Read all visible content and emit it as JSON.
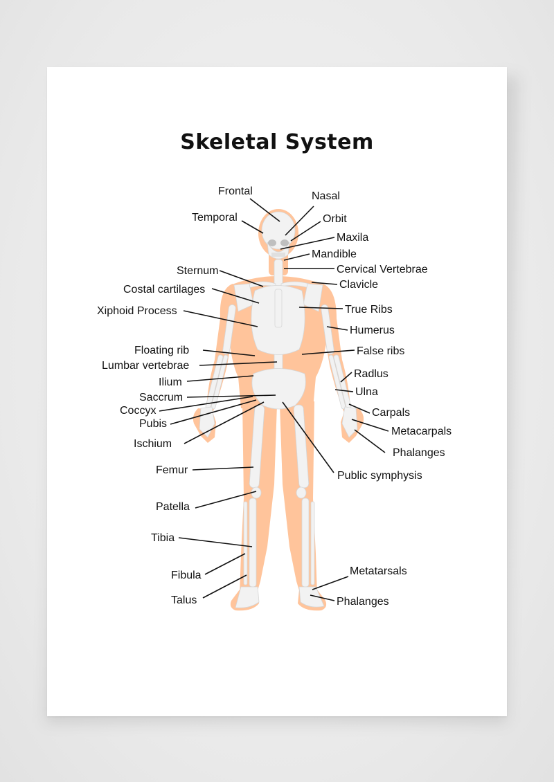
{
  "title": "Skeletal System",
  "colors": {
    "body": "#ffc49b",
    "bone": "#f2f2f2",
    "bone_shade": "#d9d9d9",
    "line": "#111111",
    "paper": "#ffffff"
  },
  "labels": {
    "frontal": "Frontal",
    "nasal": "Nasal",
    "temporal": "Temporal",
    "orbit": "Orbit",
    "maxila": "Maxila",
    "mandible": "Mandible",
    "sternum": "Sternum",
    "cervical_vertebrae": "Cervical Vertebrae",
    "clavicle": "Clavicle",
    "costal_cartilages": "Costal cartilages",
    "true_ribs": "True Ribs",
    "xiphoid_process": "Xiphoid Process",
    "humerus": "Humerus",
    "floating_rib": "Floating rib",
    "false_ribs": "False ribs",
    "lumbar_vertebrae": "Lumbar vertebrae",
    "radius": "Radlus",
    "ilium": "Ilium",
    "ulna": "Ulna",
    "sacrum": "Saccrum",
    "coccyx": "Coccyx",
    "carpals": "Carpals",
    "pubis": "Pubis",
    "metacarpals": "Metacarpals",
    "ischium": "Ischium",
    "phalanges_hand": "Phalanges",
    "pubic_symphysis": "Public symphysis",
    "femur": "Femur",
    "patella": "Patella",
    "tibia": "Tibia",
    "metatarsals": "Metatarsals",
    "fibula": "Fibula",
    "talus": "Talus",
    "phalanges_foot": "Phalanges"
  }
}
